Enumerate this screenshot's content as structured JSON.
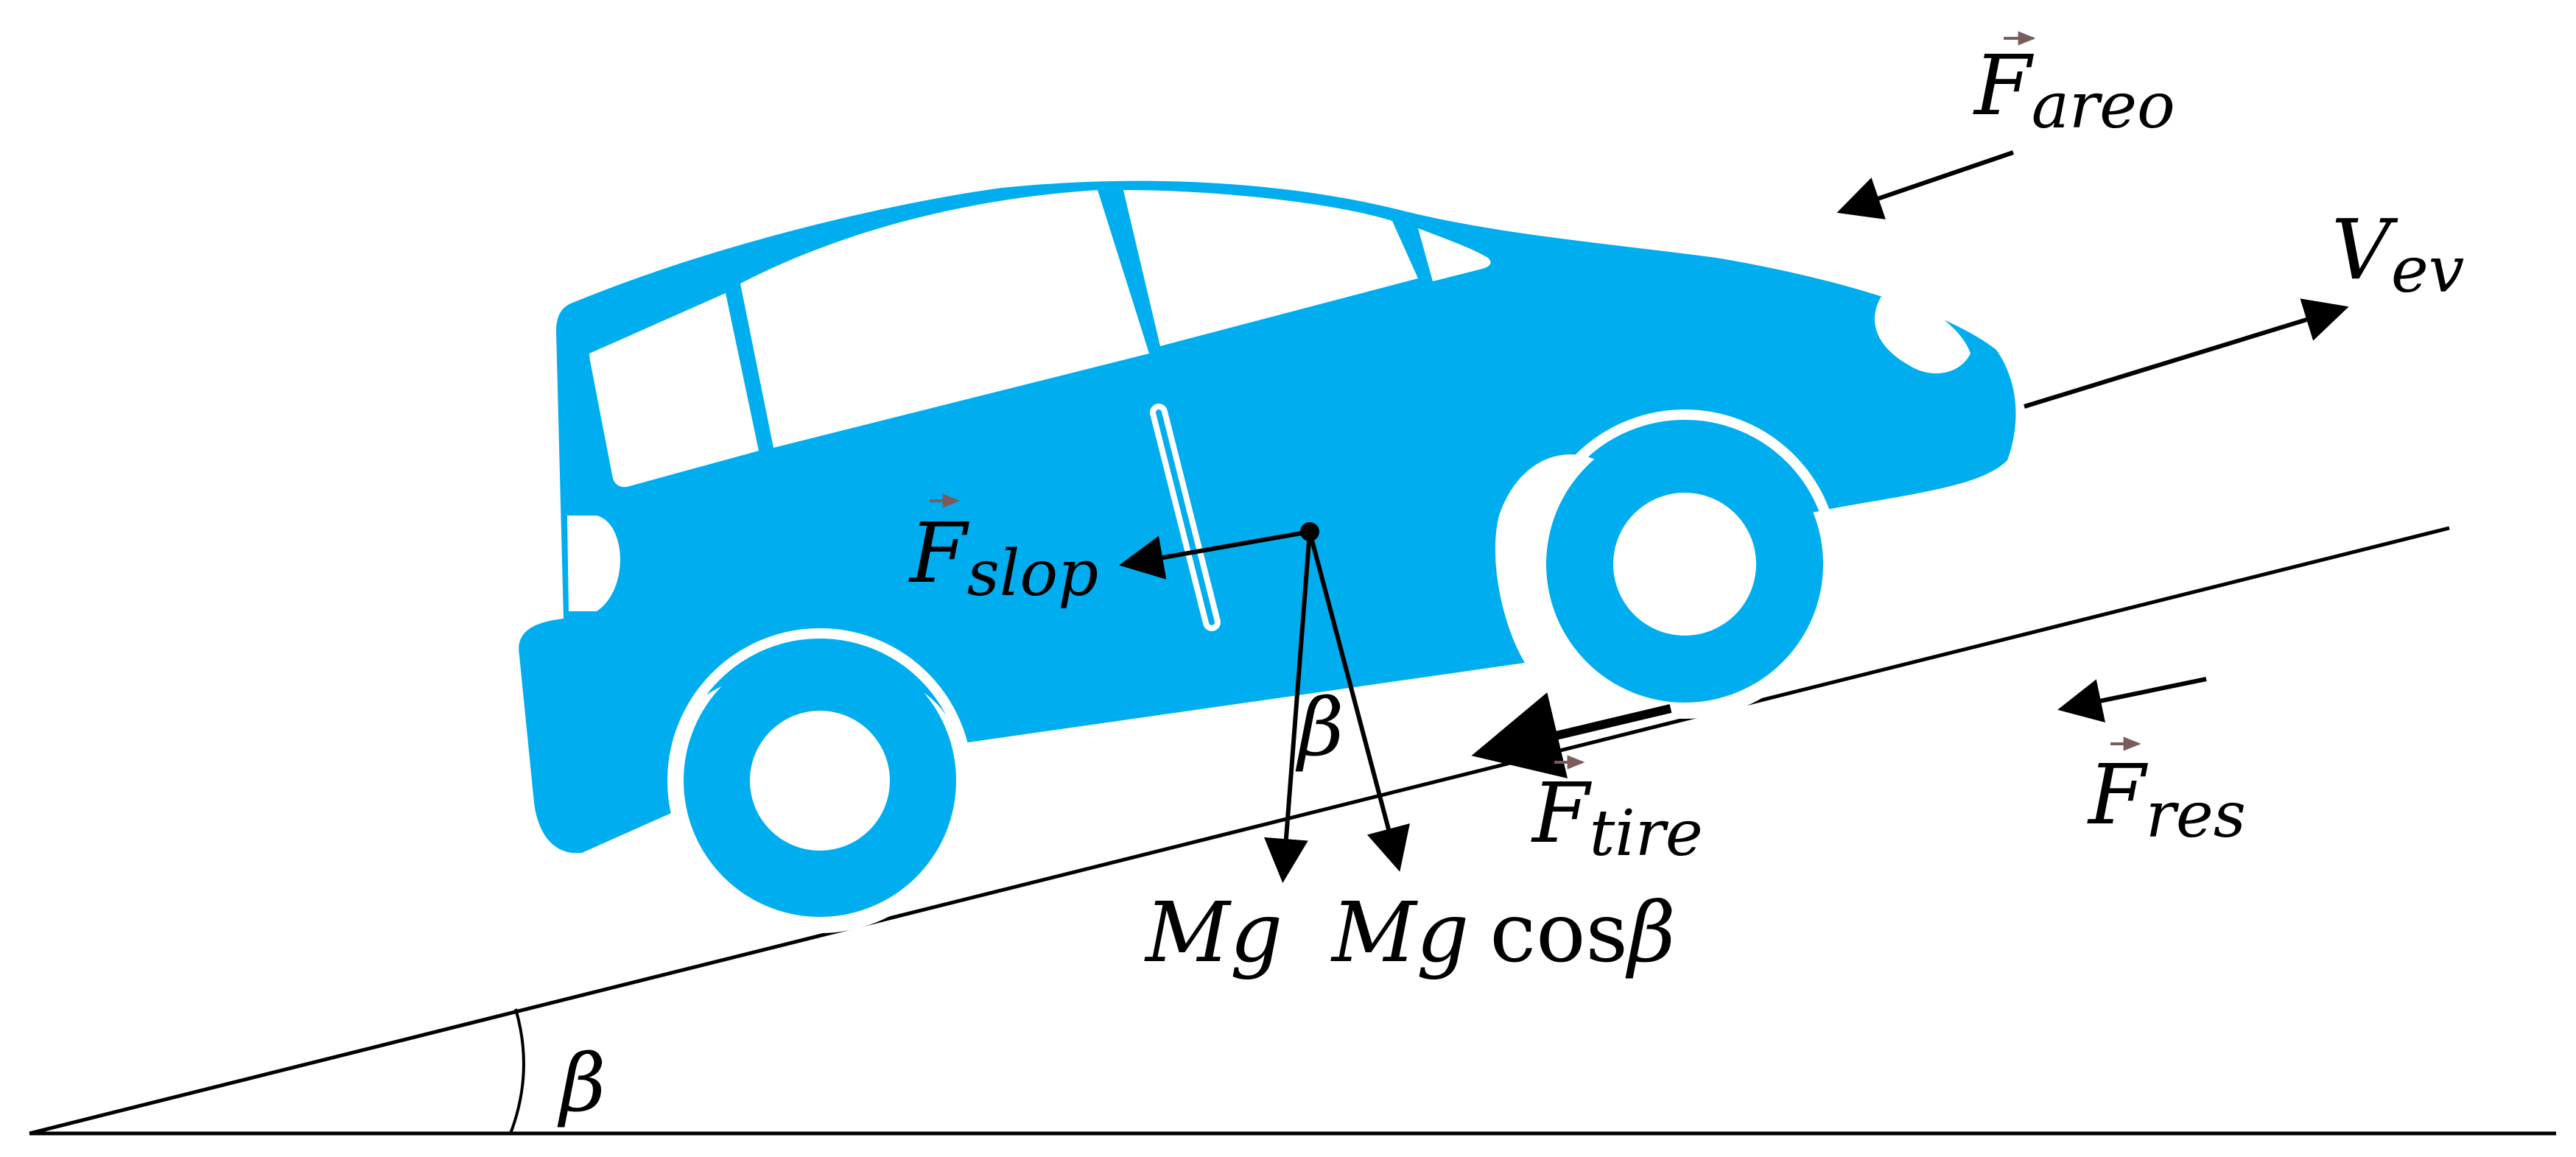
{
  "colors": {
    "car": "#00AEEF",
    "background": "#FFFFFF",
    "ink": "#000000",
    "vector_arrow_accent": "#7A5C5C"
  },
  "labels": {
    "f_aero": {
      "main": "F",
      "sub": "areo"
    },
    "v_ev": {
      "main": "V",
      "sub": "ev"
    },
    "f_slop": {
      "main": "F",
      "sub": "slop"
    },
    "f_tire": {
      "main": "F",
      "sub": "tire"
    },
    "f_res": {
      "main": "F",
      "sub": "res"
    },
    "beta_center": "β",
    "beta_ground": "β",
    "mg": "Mg",
    "mg_cos": {
      "main": "Mg",
      "func": "cos",
      "angle": "β"
    }
  },
  "icons": {
    "vehicle": "car-icon",
    "vector_marker": "vector-arrow-icon"
  }
}
